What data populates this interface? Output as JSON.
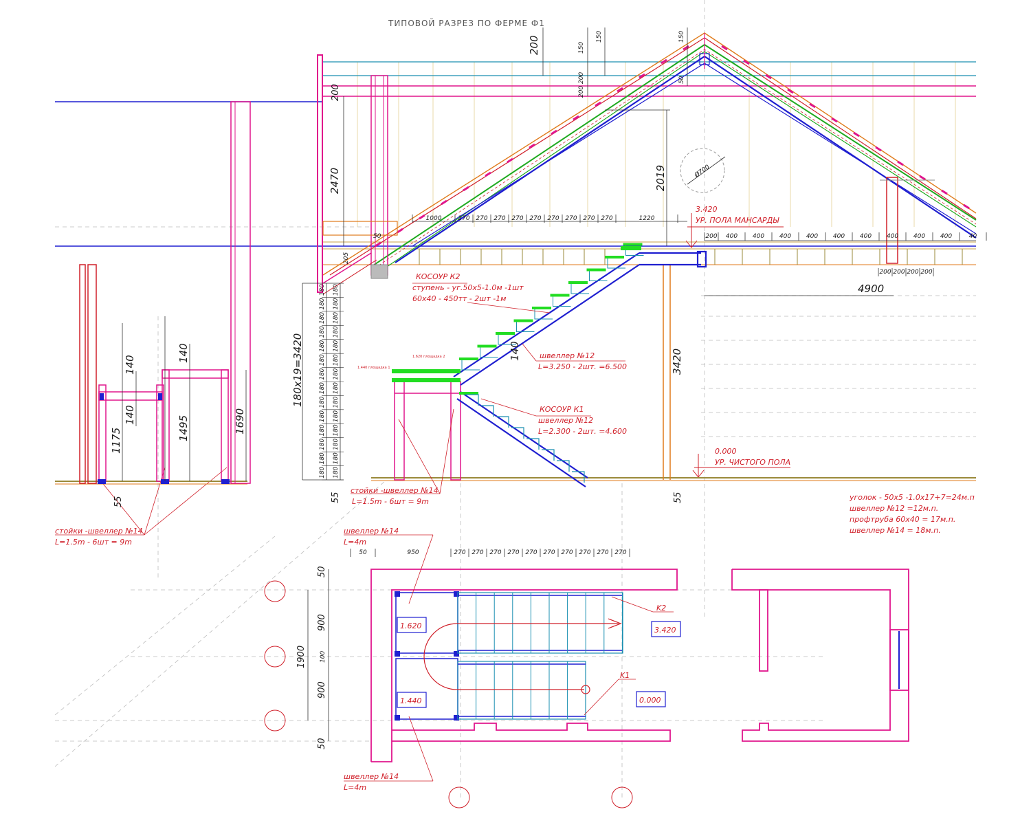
{
  "title": "ТИПОВОЙ РАЗРЕЗ ПО ФЕРМЕ Ф1",
  "colors": {
    "magenta": "#e0158c",
    "blue": "#1f1fd0",
    "red": "#d0202a",
    "green": "#1faa1f",
    "orange": "#e07a1a",
    "cyan": "#1a8fb0",
    "olive": "#9a8a3a",
    "bright_green": "#22dd22"
  },
  "roof_dims": {
    "d200_top": "200",
    "d150_a": "150",
    "d150_b": "150",
    "d150_c": "150",
    "d200_stack": "200 200",
    "d50": "50",
    "d200_left": "200",
    "d2470": "2470",
    "d2019": "2019",
    "circle_note": "Ø700",
    "d205": "205",
    "d50_small": "50"
  },
  "upper_spacing": [
    "1000",
    "270",
    "270",
    "270",
    "270",
    "270",
    "270",
    "270",
    "270",
    "270",
    "1220"
  ],
  "floor_spacing": [
    "200",
    "400",
    "400",
    "400",
    "400",
    "400",
    "400",
    "400",
    "400",
    "400",
    "40"
  ],
  "post_spacing": [
    "200",
    "200",
    "200",
    "200"
  ],
  "d4900": "4900",
  "levels": {
    "attic_value": "3.420",
    "attic_label": "УР. ПОЛА МАНСАРДЫ",
    "floor_value": "0.000",
    "floor_label": "УР. ЧИСТОГО ПОЛА"
  },
  "stair_dims": {
    "total": "180x19=3420",
    "risers": [
      "180",
      "180",
      "180",
      "180",
      "180",
      "180",
      "180",
      "180",
      "180",
      "180",
      "180",
      "180",
      "180",
      "180"
    ],
    "risers_inner": [
      "180",
      "180",
      "180",
      "180",
      "180",
      "180",
      "180",
      "180",
      "180",
      "180",
      "180",
      "180",
      "180",
      "180"
    ],
    "d140": "140",
    "d3420": "3420",
    "d55_a": "55",
    "d55_b": "55",
    "landing_tag_1": "1.440 площадка 1",
    "landing_tag_2": "1.620 площадка 2"
  },
  "notes": {
    "k2_title": "КОСОУР К2",
    "k2_line1": "ступень - уг.50х5-1.0м -1шт",
    "k2_line2": "60х40 - 450тт - 2шт -1м",
    "ch12_title": "швеллер №12",
    "ch12_len": "L=3.250 - 2шт. =6.500",
    "k1_title": "КОСОУР К1",
    "k1_line1": "швеллер №12",
    "k1_line2": "L=2.300 - 2шт. =4.600",
    "posts_title": "стойки -швеллер №14",
    "posts_len": "L=1.5m - 6шт = 9m",
    "side_posts_title": "стойки -швеллер №14",
    "side_posts_len": "L=1.5m - 6шт = 9m",
    "ch14_top": "швеллер №14",
    "ch14_top_len": "L=4m",
    "ch14_bot": "швеллер №14",
    "ch14_bot_len": "L=4m"
  },
  "spec": [
    "уголок - 50х5 -1.0х17+7=24м.п",
    "швеллер №12           =12м.п.",
    "профтруба 60х40      = 17м.п.",
    "швеллер №14           = 18м.п."
  ],
  "side_dims": {
    "d140_a": "140",
    "d140_b": "140",
    "d140_c": "140",
    "d1175": "1175",
    "d1495": "1495",
    "d1690": "1690",
    "d55": "55"
  },
  "plan": {
    "top_spacing": [
      "50",
      "950",
      "270",
      "270",
      "270",
      "270",
      "270",
      "270",
      "270",
      "270",
      "270",
      "270"
    ],
    "d50_top": "50",
    "d900_a": "900",
    "d1900": "1900",
    "d100": "100",
    "d900_b": "900",
    "d50_bot": "50",
    "mark_1620": "1.620",
    "mark_1440": "1.440",
    "mark_3420": "3.420",
    "mark_0000": "0.000",
    "k2": "K2",
    "k1": "K1"
  }
}
